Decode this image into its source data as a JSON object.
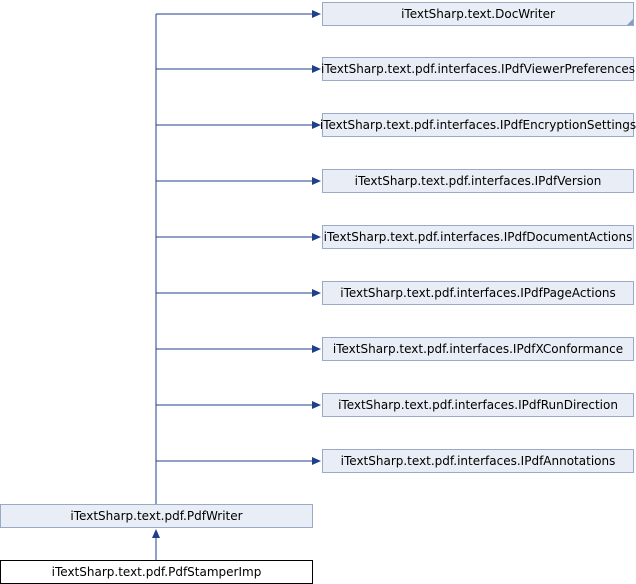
{
  "diagram": {
    "interfaces": [
      "iTextSharp.text.DocWriter",
      "iTextSharp.text.pdf.interfaces.IPdfViewerPreferences",
      "iTextSharp.text.pdf.interfaces.IPdfEncryptionSettings",
      "iTextSharp.text.pdf.interfaces.IPdfVersion",
      "iTextSharp.text.pdf.interfaces.IPdfDocumentActions",
      "iTextSharp.text.pdf.interfaces.IPdfPageActions",
      "iTextSharp.text.pdf.interfaces.IPdfXConformance",
      "iTextSharp.text.pdf.interfaces.IPdfRunDirection",
      "iTextSharp.text.pdf.interfaces.IPdfAnnotations"
    ],
    "parent": "iTextSharp.text.pdf.PdfWriter",
    "current": "iTextSharp.text.pdf.PdfStamperImp",
    "colors": {
      "node_fill": "#e9edf5",
      "node_border": "#9aa9c8",
      "edge": "#1f3f8c",
      "current_border": "#000000"
    }
  }
}
